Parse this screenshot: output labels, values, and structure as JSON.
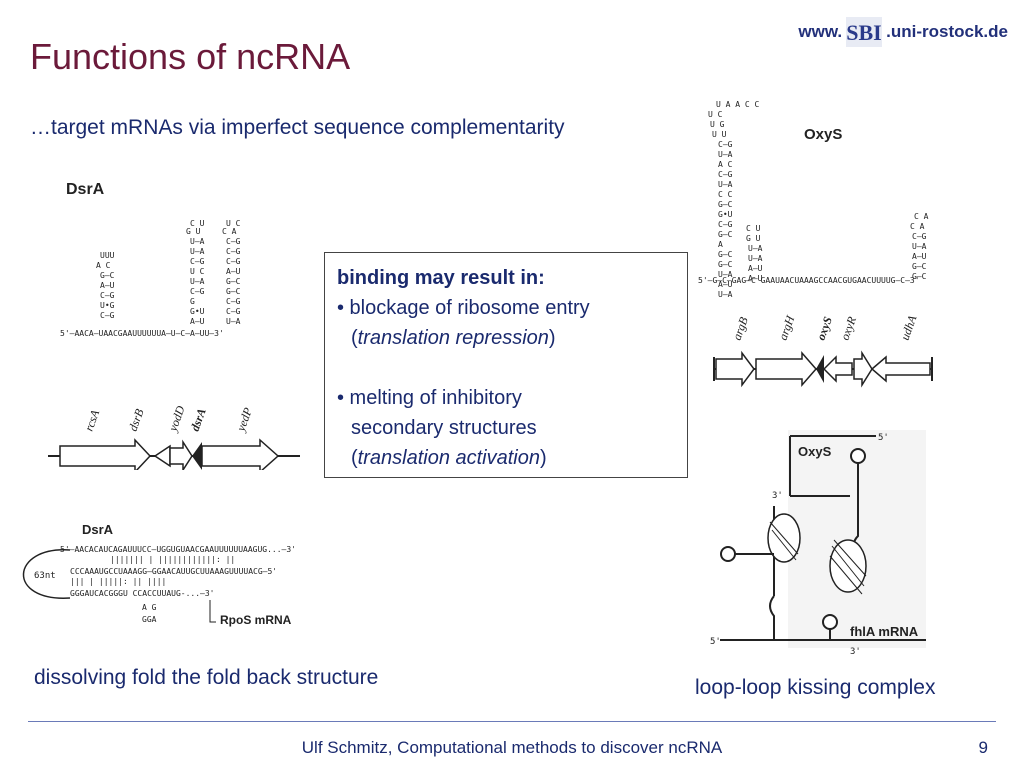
{
  "slide": {
    "title": "Functions of ncRNA",
    "url_prefix": "www.",
    "logo_text": "SBI",
    "url_suffix": ".uni-rostock.de",
    "subtitle": "…target mRNAs via imperfect sequence complementarity"
  },
  "info_box": {
    "heading": "binding may result in:",
    "bullet1_line1": "• blockage of ribosome entry",
    "bullet1_paren_open": "(",
    "bullet1_italic": "translation repression",
    "bullet1_paren_close": ")",
    "bullet2_line1": "• melting of inhibitory",
    "bullet2_line2": "secondary structures",
    "bullet2_paren_open": "(",
    "bullet2_italic": "translation activation",
    "bullet2_paren_close": ")"
  },
  "dsra_figure": {
    "label": "DsrA",
    "sequence": "5'–AACA–UAACGAAUUUUUUA–U–C–A–UU–3'",
    "genes": [
      "rcsA",
      "dsrB",
      "yodD",
      "dsrA",
      "yedP"
    ]
  },
  "oxys_figure": {
    "label": "OxyS",
    "sequence": "5'–G–C–GAG–C GAAUAACUAAAGCCAACGUGAACUUUUG–C–3'",
    "genes": [
      "argB",
      "argH",
      "oxyS",
      "oxyR",
      "udhA"
    ]
  },
  "dsra_pairing": {
    "label": "DsrA",
    "line1": "5'–AACACAUCAGAUUUCC–UGGUGUAACGAAUUUUUUAAGUG...–3'",
    "line2": "CCCAAAUGCCUAAAGG–GGAACAUUGCUUAAAGUUUUACG–5'",
    "line3": "GGGAUCACGGGU   CCACCUUAUG-...–3'",
    "loop": "63nt",
    "bulge1": "A    G",
    "bulge2": "GGA",
    "target": "RpoS mRNA"
  },
  "kissing_figure": {
    "label": "OxyS",
    "five_prime": "5'",
    "three_prime_a": "3'",
    "five_prime_b": "5'",
    "three_prime_b": "3'",
    "target": "fhlA mRNA"
  },
  "captions": {
    "left": "dissolving fold the fold back structure",
    "right": "loop-loop kissing complex"
  },
  "footer": {
    "text": "Ulf Schmitz, Computational methods to discover ncRNA",
    "page": "9"
  }
}
